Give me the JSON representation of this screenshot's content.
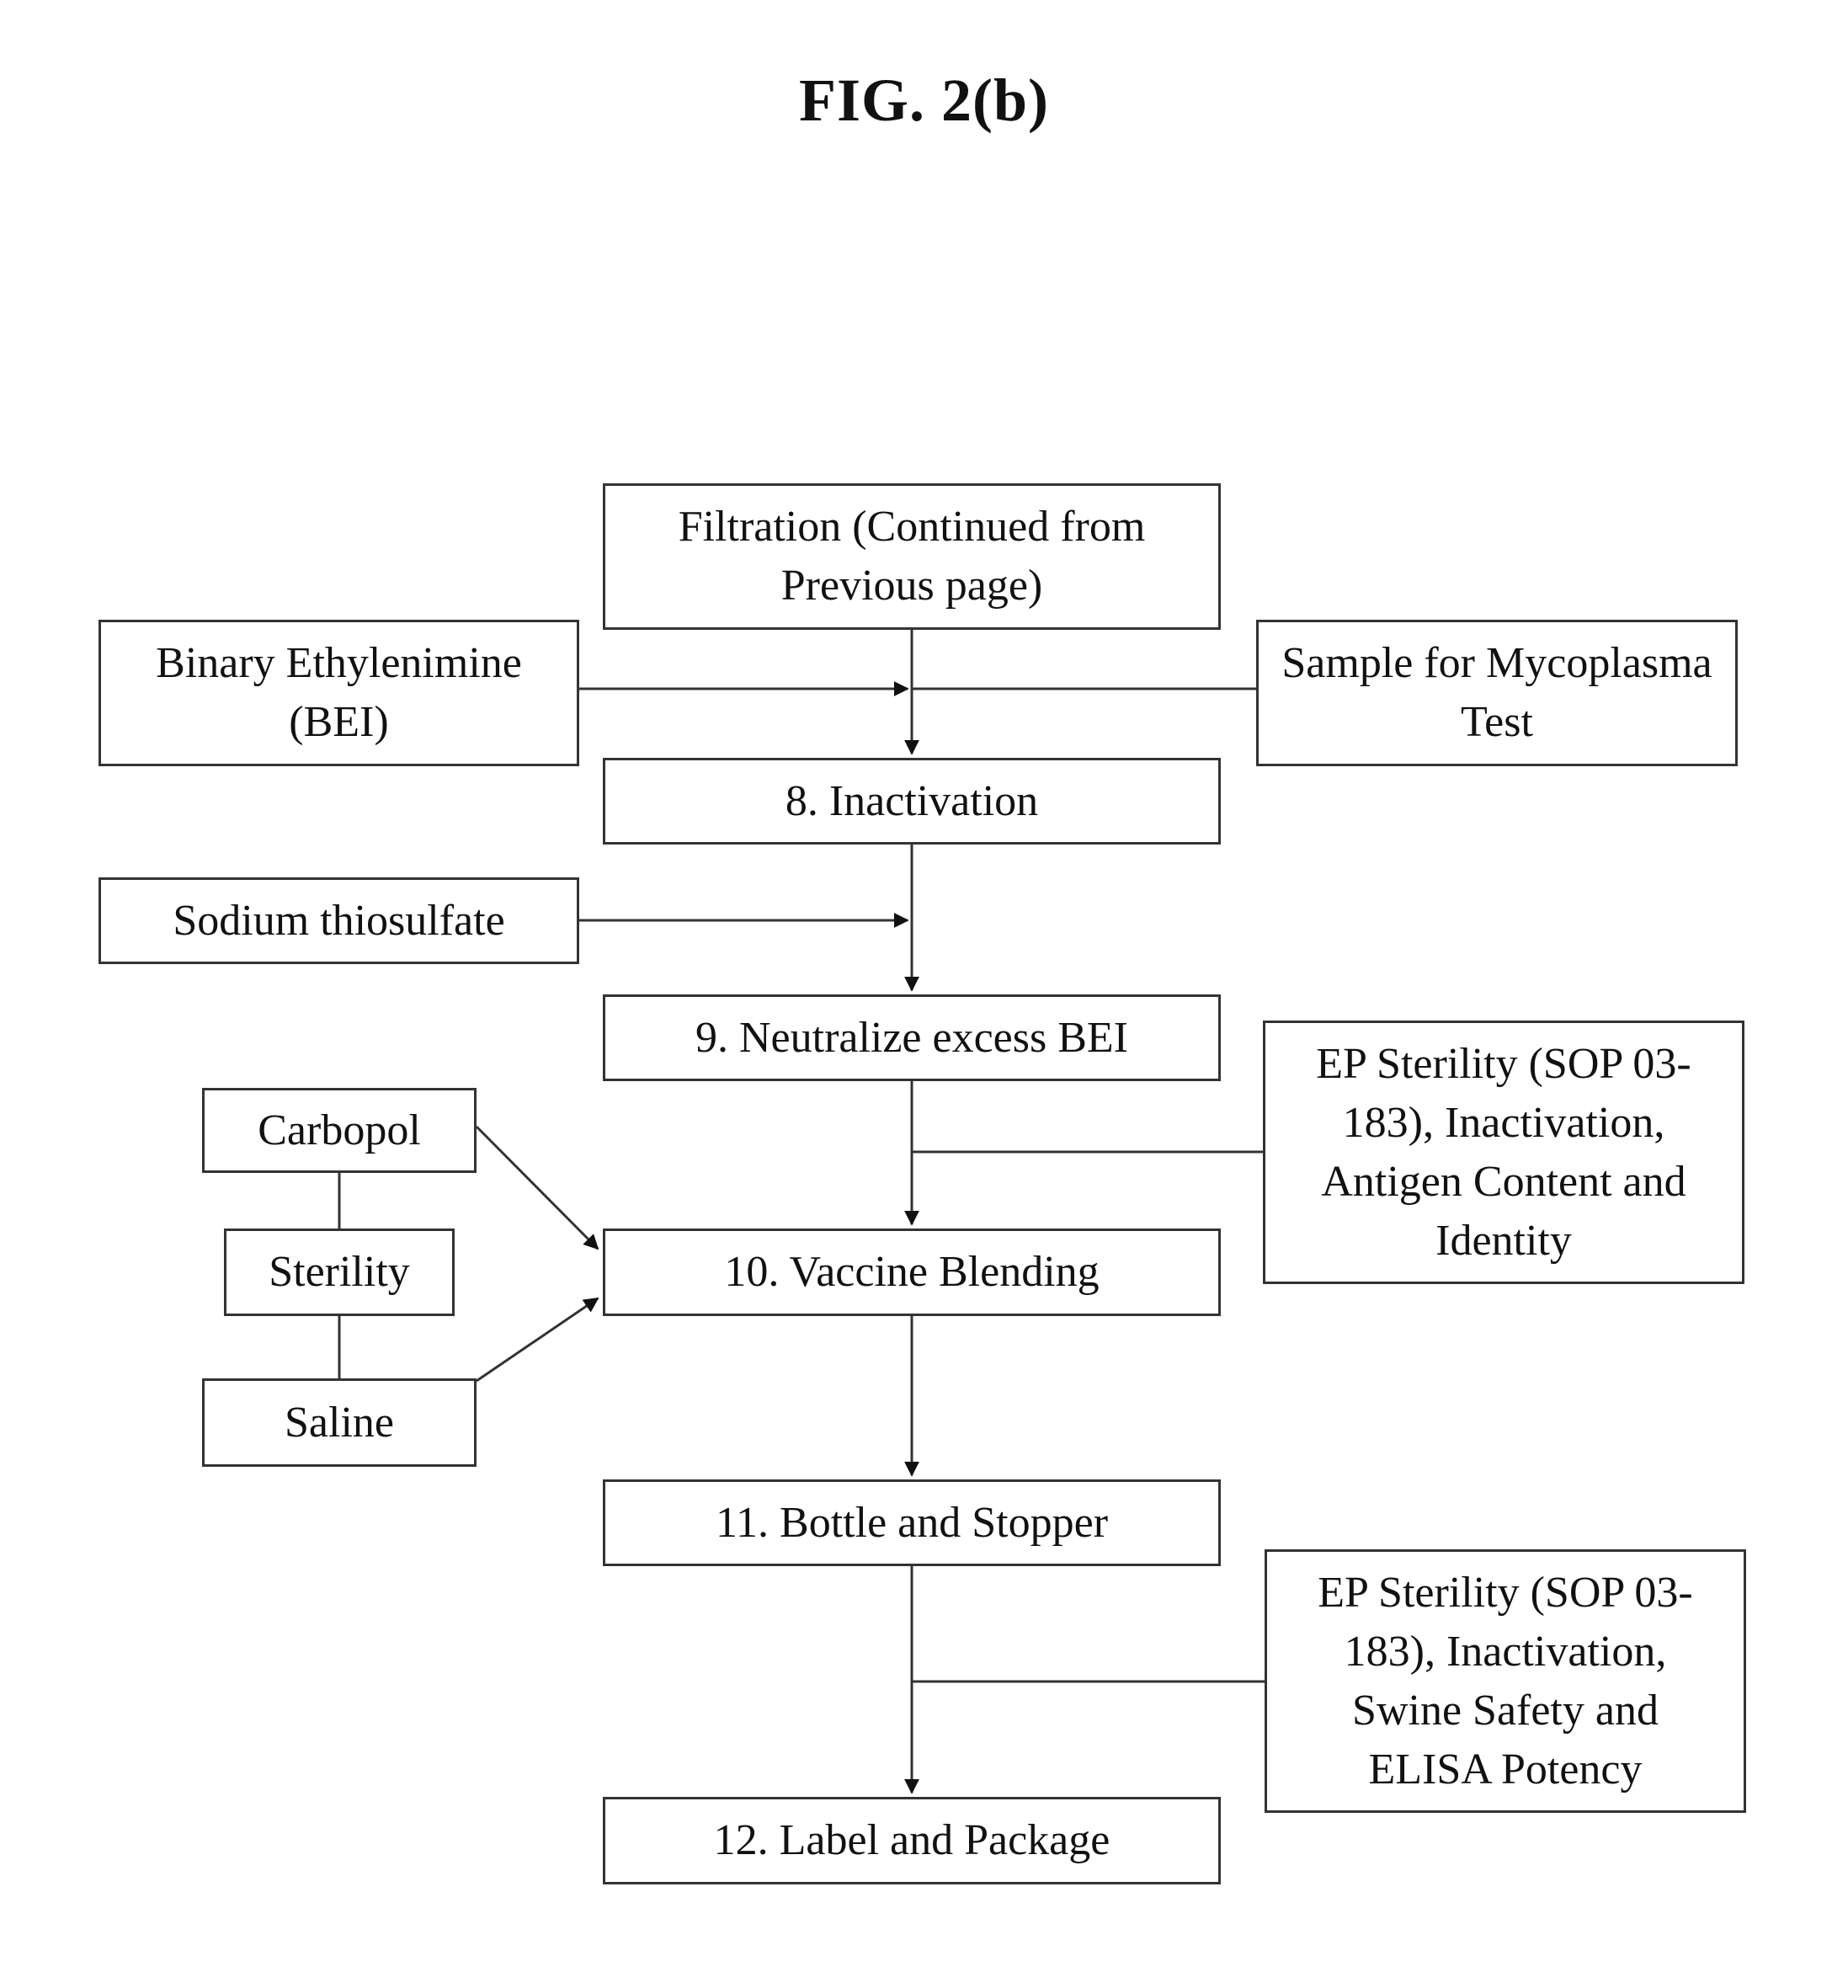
{
  "figure": {
    "title": "FIG. 2(b)"
  },
  "nodes": {
    "filtration": "Filtration (Continued from Previous page)",
    "bei": "Binary Ethylenimine (BEI)",
    "mycoplasma": "Sample for Mycoplasma Test",
    "step8": "8.  Inactivation",
    "thiosulfate": "Sodium thiosulfate",
    "step9": "9.  Neutralize excess BEI",
    "qc1": "EP Sterility (SOP 03-183), Inactivation, Antigen Content and Identity",
    "carbopol": "Carbopol",
    "sterility": "Sterility",
    "saline": "Saline",
    "step10": "10.  Vaccine Blending",
    "step11": "11.  Bottle and Stopper",
    "qc2": "EP Sterility (SOP 03-183), Inactivation, Swine Safety and ELISA Potency",
    "step12": "12.  Label and Package"
  }
}
